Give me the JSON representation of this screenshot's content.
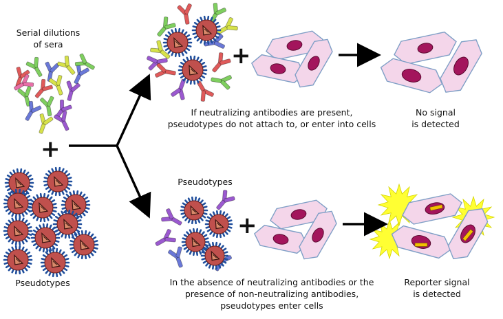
{
  "labels": {
    "serial_dilutions": "Serial dilutions\nof sera",
    "pseudotypes_left": "Pseudotypes",
    "pseudotypes_middle": "Pseudotypes",
    "neutralizing_present": "If neutralizing antibodies are present,\npseudotypes do not attach to, or enter into cells",
    "no_signal": "No signal\nis detected",
    "absence_text": "In the absence of neutralizing antibodies or the\npresence of non-neutralizing antibodies,\npseudotypes enter cells",
    "reporter_signal": "Reporter signal\nis detected"
  },
  "plus_signs": [
    "+",
    "+",
    "+"
  ],
  "colors": {
    "particle_core": "#c0504d",
    "particle_spike": "#1f4e9c",
    "cell_fill": "#f4d6ea",
    "cell_stroke": "#7f9fc6",
    "nucleus": "#a3155c",
    "signal_burst": "#ffff33",
    "reporter_bar": "#f2c200",
    "antibody_colors": [
      "#e05a5a",
      "#7fcf5f",
      "#6a78d8",
      "#d7e24a",
      "#9b59d0",
      "#e86fa8"
    ]
  }
}
